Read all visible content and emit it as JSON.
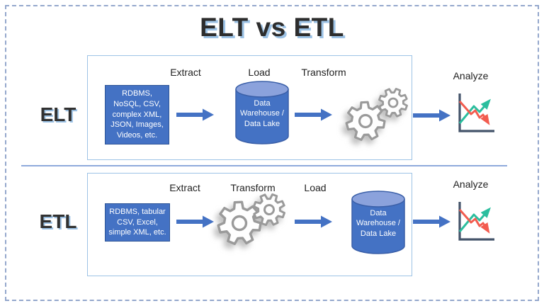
{
  "title": "ELT vs ETL",
  "colors": {
    "accent_blue": "#4472C4",
    "shape_border": "#2E5597",
    "cylinder_top": "#8BA2DC",
    "panel_outline": "#9DC3E6",
    "divider": "#8FAADC",
    "title_shadow": "#9DC3E6",
    "gear_gray": "#9A9A9A",
    "chart_axis": "#44546A",
    "chart_up_line": "#2BBE9E",
    "chart_down_line": "#F25C4F"
  },
  "icons": {
    "flow_arrow": "block-arrow-right-icon",
    "transform": "gears-icon",
    "warehouse": "database-cylinder-icon",
    "analyze": "line-chart-icon"
  },
  "rows": [
    {
      "label": "ELT",
      "step1": "Extract",
      "step2": "Load",
      "step3": "Transform",
      "analyze": "Analyze",
      "source_text": "RDBMS, NoSQL, CSV, complex XML, JSON, Images, Videos, etc.",
      "warehouse_text": "Data Warehouse / Data Lake"
    },
    {
      "label": "ETL",
      "step1": "Extract",
      "step2": "Transform",
      "step3": "Load",
      "analyze": "Analyze",
      "source_text": "RDBMS, tabular CSV, Excel, simple XML, etc.",
      "warehouse_text": "Data Warehouse / Data Lake"
    }
  ]
}
